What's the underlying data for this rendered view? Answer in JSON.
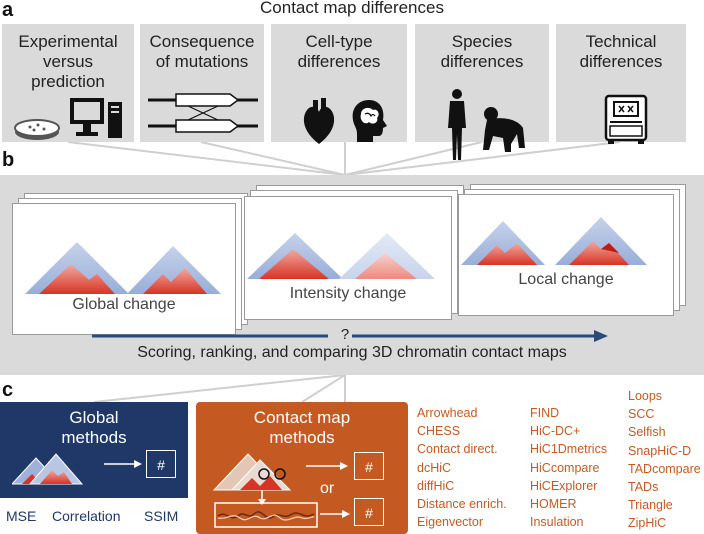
{
  "panel_a": {
    "letter": "a",
    "title": "Contact map differences",
    "categories": [
      {
        "label": "Experimental versus prediction",
        "icons": [
          "petri-dish-icon",
          "computer-icon"
        ]
      },
      {
        "label": "Consequence of mutations",
        "icons": [
          "chromosome-inversion-icon"
        ]
      },
      {
        "label": "Cell-type differences",
        "icons": [
          "heart-icon",
          "brain-head-icon"
        ]
      },
      {
        "label": "Species differences",
        "icons": [
          "human-icon",
          "ape-icon"
        ]
      },
      {
        "label": "Technical differences",
        "icons": [
          "sequencer-machine-icon"
        ]
      }
    ]
  },
  "panel_b": {
    "letter": "b",
    "changes": [
      "Global change",
      "Intensity change",
      "Local change"
    ],
    "arrow_label": "?",
    "caption": "Scoring, ranking, and comparing 3D chromatin contact maps"
  },
  "panel_c": {
    "letter": "c",
    "global_methods": {
      "title_line1": "Global",
      "title_line2": "methods",
      "output": "#",
      "metrics": [
        "MSE",
        "Correlation",
        "SSIM"
      ]
    },
    "contact_map_methods": {
      "title_line1": "Contact map",
      "title_line2": "methods",
      "output_top": "#",
      "output_bottom": "#",
      "connector": "or"
    },
    "tools": {
      "column1": [
        "Arrowhead",
        "CHESS",
        "Contact direct.",
        "dcHiC",
        "diffHiC",
        "Distance enrich.",
        "Eigenvector"
      ],
      "column2": [
        "FIND",
        "HiC-DC+",
        "HiC1Dmetrics",
        "HiCcompare",
        "HiCExplorer",
        "HOMER",
        "Insulation"
      ],
      "column3": [
        "Loops",
        "SCC",
        "Selfish",
        "SnapHiC-D",
        "TADcompare",
        "TADs",
        "Triangle",
        "ZipHiC"
      ]
    }
  },
  "colors": {
    "panel_gray": "#dadada",
    "global_box": "#1f3868",
    "contact_box": "#c45a22",
    "tool_text": "#c45a22",
    "arrow": "#2b4a78"
  }
}
